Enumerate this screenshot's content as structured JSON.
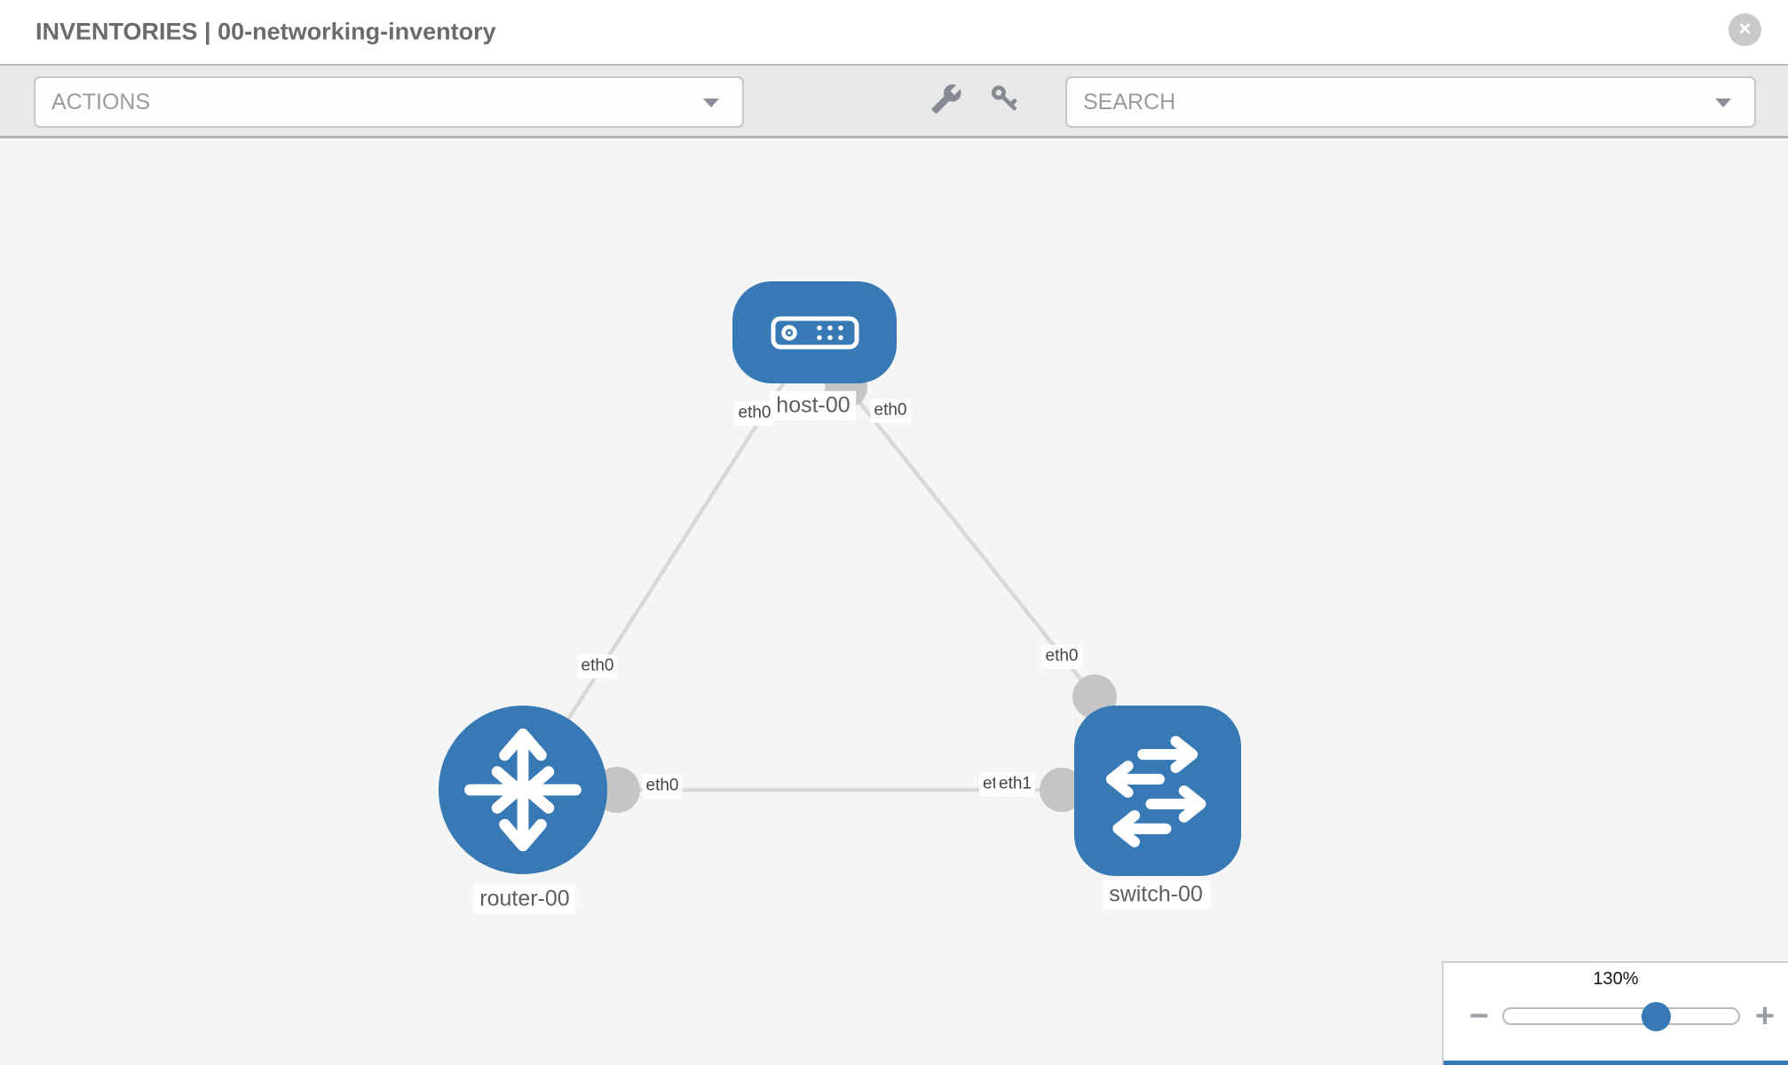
{
  "header": {
    "title": "INVENTORIES | 00-networking-inventory",
    "close_glyph": "✕"
  },
  "toolbar": {
    "actions_dropdown": {
      "value": "ACTIONS"
    },
    "search_dropdown": {
      "value": "SEARCH"
    },
    "icons": [
      "wrench",
      "key"
    ]
  },
  "topology": {
    "nodes": [
      {
        "label": "host-00",
        "type": "host",
        "icon": "server"
      },
      {
        "label": "router-00",
        "type": "router",
        "icon": "crossed-arrows"
      },
      {
        "label": "switch-00",
        "type": "switch",
        "icon": "exchange-arrows"
      }
    ],
    "links": [
      {
        "from": "host-00",
        "to": "router-00",
        "labels": [
          "eth0",
          "eth0"
        ]
      },
      {
        "from": "host-00",
        "to": "switch-00",
        "labels": [
          "eth0",
          "eth0"
        ]
      },
      {
        "from": "router-00",
        "to": "switch-00",
        "labels": [
          "eth0",
          "eth1"
        ]
      }
    ]
  },
  "zoom_panel": {
    "level": "130%",
    "minus_label": "−",
    "plus_label": "+"
  },
  "colors": {
    "node_blue": "#3779b5",
    "link_gray": "#d8d8d8",
    "interface_gray": "#c5c5c5",
    "canvas_bg": "#f5f5f5"
  }
}
